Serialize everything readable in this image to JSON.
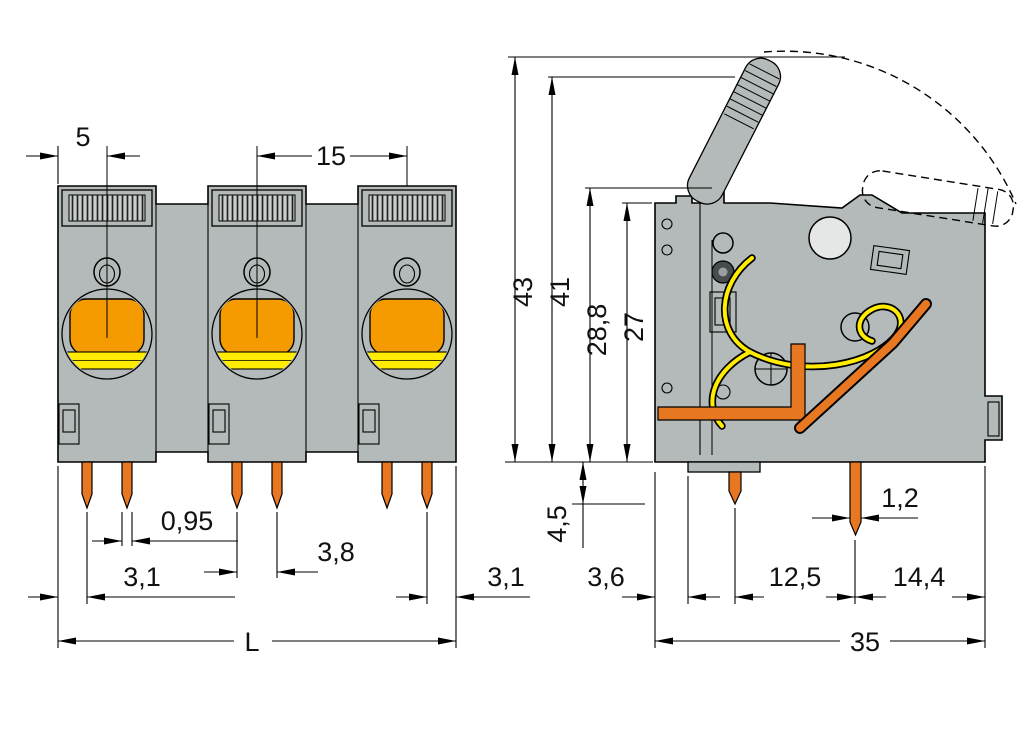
{
  "front_view": {
    "dim_pitch_first": "5",
    "dim_pitch": "15",
    "dim_pin_width": "0,95",
    "dim_pin_offset_left": "3,1",
    "dim_pin_spacing": "3,8",
    "dim_pin_offset_right": "3,1",
    "dim_total_length": "L"
  },
  "side_view": {
    "dim_height_total": "43",
    "dim_height_lever": "41",
    "dim_height_upper": "28,8",
    "dim_height_body": "27",
    "dim_pin_length": "4,5",
    "dim_front_offset": "3,6",
    "dim_pin_row_spacing": "12,5",
    "dim_solder_pin_width": "1,2",
    "dim_pin_to_back": "14,4",
    "dim_depth_total": "35"
  },
  "colors": {
    "body_gray": "#b4bab9",
    "pusher_orange": "#f59b00",
    "pusher_yellow": "#ffec00",
    "pin_copper": "#e87722",
    "line": "#000000",
    "background": "#ffffff"
  }
}
